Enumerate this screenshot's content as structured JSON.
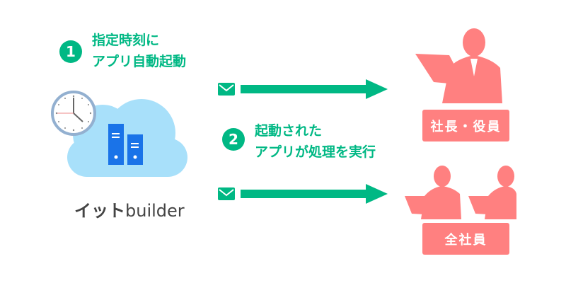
{
  "step1": {
    "number": "1",
    "lines": [
      "指定時刻に",
      "アプリ自動起動"
    ]
  },
  "step2": {
    "number": "2",
    "lines": [
      "起動された",
      "アプリが処理を実行"
    ]
  },
  "logo": {
    "kana": "イット",
    "latin": "builder"
  },
  "targets": [
    {
      "label": "社長・役員"
    },
    {
      "label": "全社員"
    }
  ],
  "colors": {
    "accent": "#00b884",
    "person": "#ff8080",
    "cloud": "#a8e0fa",
    "server": "#1a73e8"
  }
}
